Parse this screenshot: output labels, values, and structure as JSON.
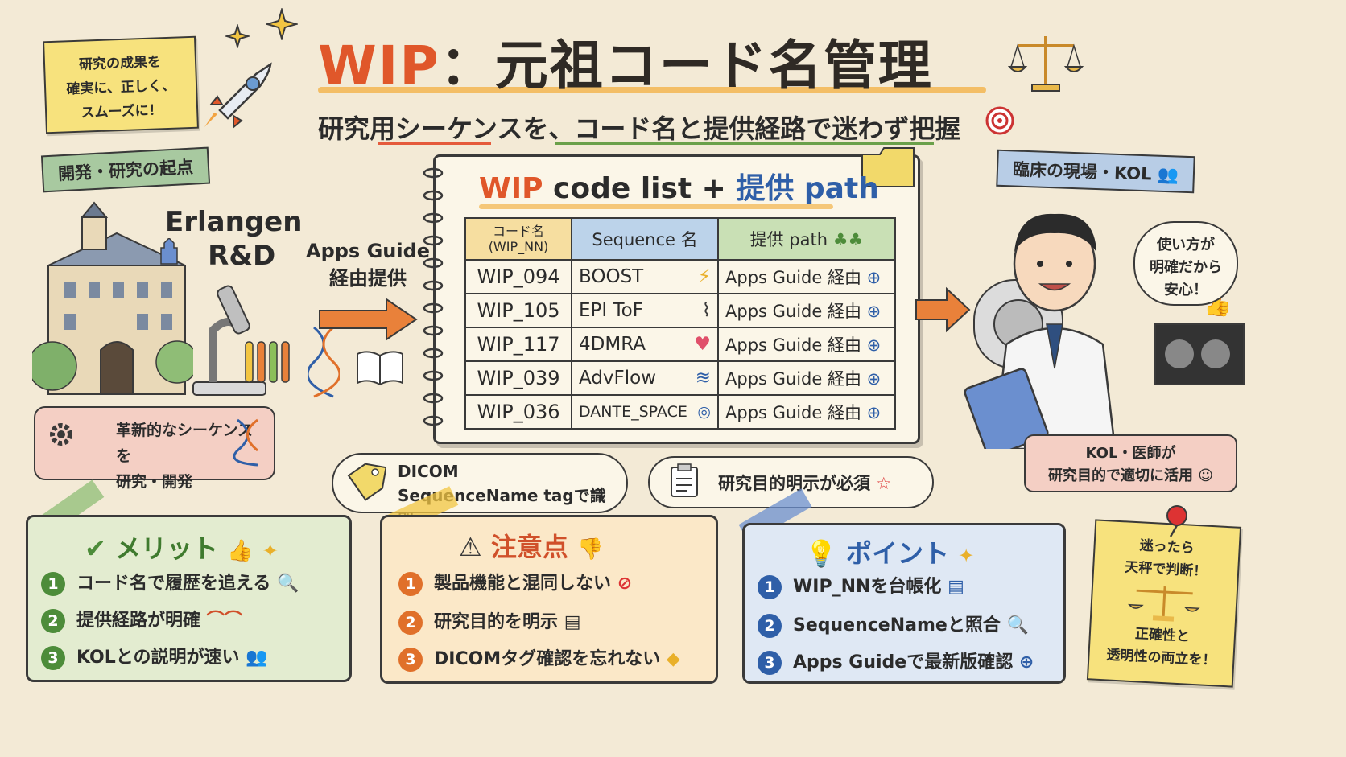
{
  "title": {
    "wip": "WIP",
    "rest": "：元祖コード名管理"
  },
  "subtitle": "研究用シーケンスを、コード名と提供経路で迷わず把握",
  "sticky_top_left": [
    "研究の成果を",
    "確実に、正しく、",
    "スムーズに！"
  ],
  "ribbon_left": "開発・研究の起点",
  "ribbon_right": "臨床の現場・KOL",
  "erlangen": {
    "line1": "Erlangen",
    "line2": "R&D"
  },
  "innovation": {
    "line1": "革新的なシーケンスを",
    "line2": "研究・開発"
  },
  "apps_guide": {
    "line1": "Apps Guide",
    "line2": "経由提供"
  },
  "notebook": {
    "title_wip": "WIP",
    "title_code": " code list + ",
    "title_teikyo": "提供 path",
    "headers": {
      "code_line1": "コード名",
      "code_line2": "(WIP_NN)",
      "sequence": "Sequence 名",
      "path": "提供 path"
    },
    "rows": [
      {
        "code": "WIP_094",
        "sequence": "BOOST",
        "icon": "⚡",
        "path": "Apps Guide 経由"
      },
      {
        "code": "WIP_105",
        "sequence": "EPI ToF",
        "icon": "⌇",
        "path": "Apps Guide 経由"
      },
      {
        "code": "WIP_117",
        "sequence": "4DMRA",
        "icon": "♥",
        "path": "Apps Guide 経由"
      },
      {
        "code": "WIP_039",
        "sequence": "AdvFlow",
        "icon": "≋",
        "path": "Apps Guide 経由"
      },
      {
        "code": "WIP_036",
        "sequence": "DANTE_SPACE",
        "icon": "◎",
        "path": "Apps Guide 経由"
      }
    ]
  },
  "bubble_dicom": {
    "line1": "DICOM",
    "line2": "SequenceName tagで識別"
  },
  "bubble_purpose": "研究目的明示が必須",
  "bubble_easy": {
    "line1": "使い方が",
    "line2": "明確だから",
    "line3": "安心！"
  },
  "kol_box": {
    "line1": "KOL・医師が",
    "line2": "研究目的で適切に活用"
  },
  "merit": {
    "title": "メリット",
    "items": [
      "コード名で履歴を追える",
      "提供経路が明確",
      "KOLとの説明が速い"
    ]
  },
  "caution": {
    "title": "注意点",
    "items": [
      "製品機能と混同しない",
      "研究目的を明示",
      "DICOMタグ確認を忘れない"
    ]
  },
  "point": {
    "title": "ポイント",
    "items": [
      "WIP_NNを台帳化",
      "SequenceNameと照合",
      "Apps Guideで最新版確認"
    ]
  },
  "sticky_bottom_right": {
    "line1": "迷ったら",
    "line2": "天秤で判断！",
    "line3": "正確性と",
    "line4": "透明性の両立を！"
  },
  "colors": {
    "accent_orange": "#e0572a",
    "accent_blue": "#2f5fa8",
    "accent_green": "#4d8c3a",
    "paper": "#f3ead6"
  }
}
